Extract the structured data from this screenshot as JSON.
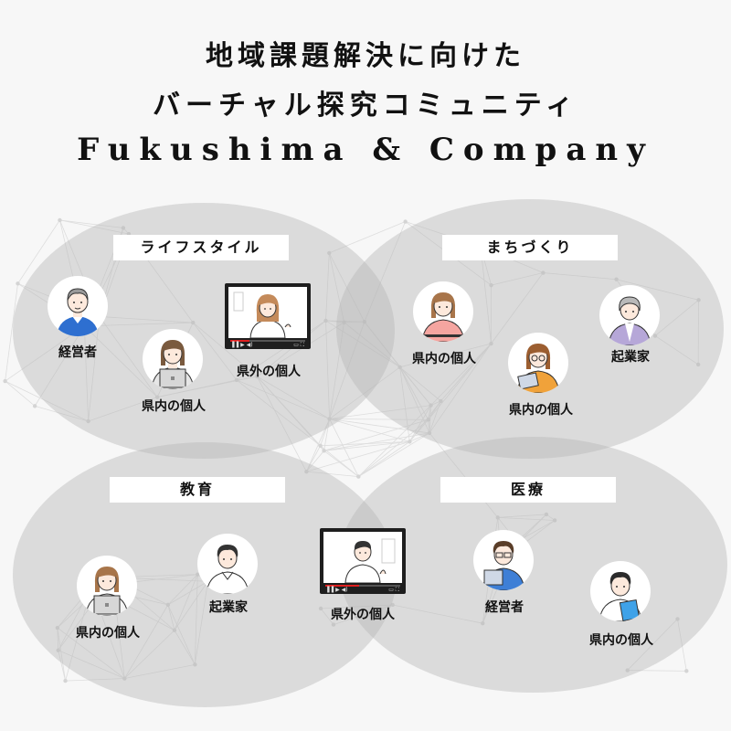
{
  "title": {
    "line1": "地域課題解決に向けた",
    "line2": "バーチャル探究コミュニティ",
    "line3": "Fukushima & Company"
  },
  "categories": {
    "lifestyle": "ライフスタイル",
    "machizukuri": "まちづくり",
    "education": "教育",
    "medical": "医療"
  },
  "people": {
    "ls_manager": "経営者",
    "ls_resident": "県内の個人",
    "ls_outside": "県外の個人",
    "mz_resident1": "県内の個人",
    "mz_resident2": "県内の個人",
    "mz_entrepreneur": "起業家",
    "ed_resident": "県内の個人",
    "ed_entrepreneur": "起業家",
    "ed_outside": "県外の個人",
    "md_manager": "経営者",
    "md_resident": "県内の個人"
  },
  "video_progress": [
    0.25,
    0.45
  ],
  "colors": {
    "circle_fill": "#b4b4b4",
    "title_text": "#111111",
    "video_progress": "#e02020"
  },
  "icons": [
    "person-avatar-icon",
    "video-player-icon",
    "laptop-icon",
    "tablet-icon",
    "play-icon",
    "volume-icon",
    "fullscreen-icon"
  ]
}
